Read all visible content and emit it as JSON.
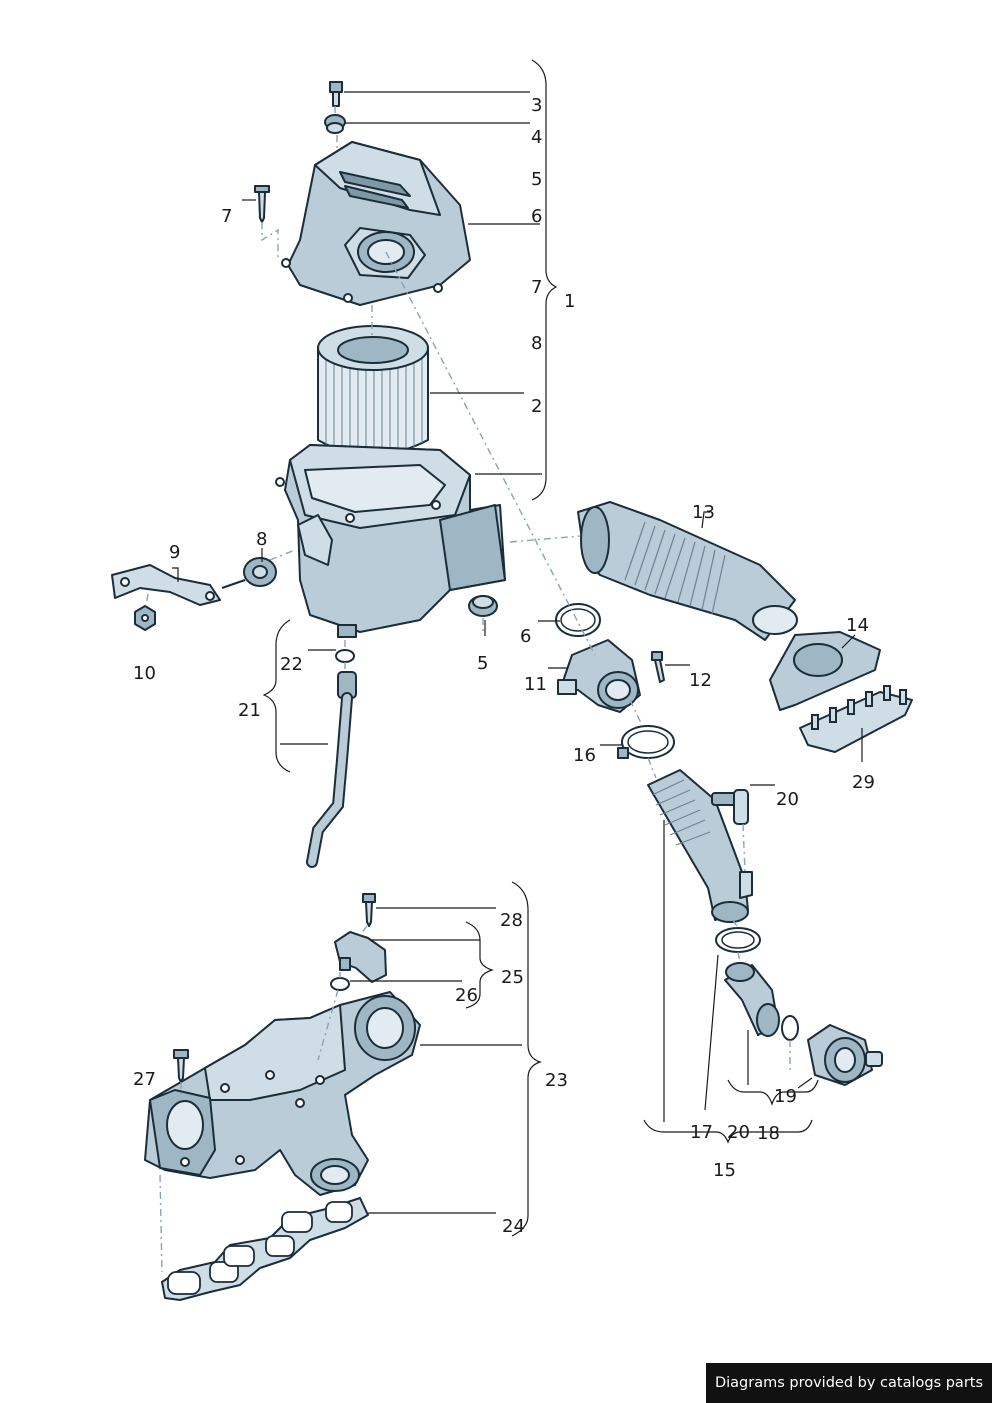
{
  "callouts": {
    "c3": "3",
    "c4": "4",
    "c5a": "5",
    "c6a": "6",
    "c7a": "7",
    "c7b": "7",
    "c1": "1",
    "c8a": "8",
    "c2": "2",
    "c13": "13",
    "c9": "9",
    "c8b": "8",
    "c10": "10",
    "c6b": "6",
    "c5b": "5",
    "c14": "14",
    "c22": "22",
    "c11": "11",
    "c12": "12",
    "c21": "21",
    "c16": "16",
    "c20a": "20",
    "c29": "29",
    "c28": "28",
    "c25": "25",
    "c26": "26",
    "c27": "27",
    "c23": "23",
    "c19": "19",
    "c17": "17",
    "c20b": "20",
    "c18": "18",
    "c15": "15",
    "c24": "24"
  },
  "credit": "Diagrams provided by catalogs parts"
}
